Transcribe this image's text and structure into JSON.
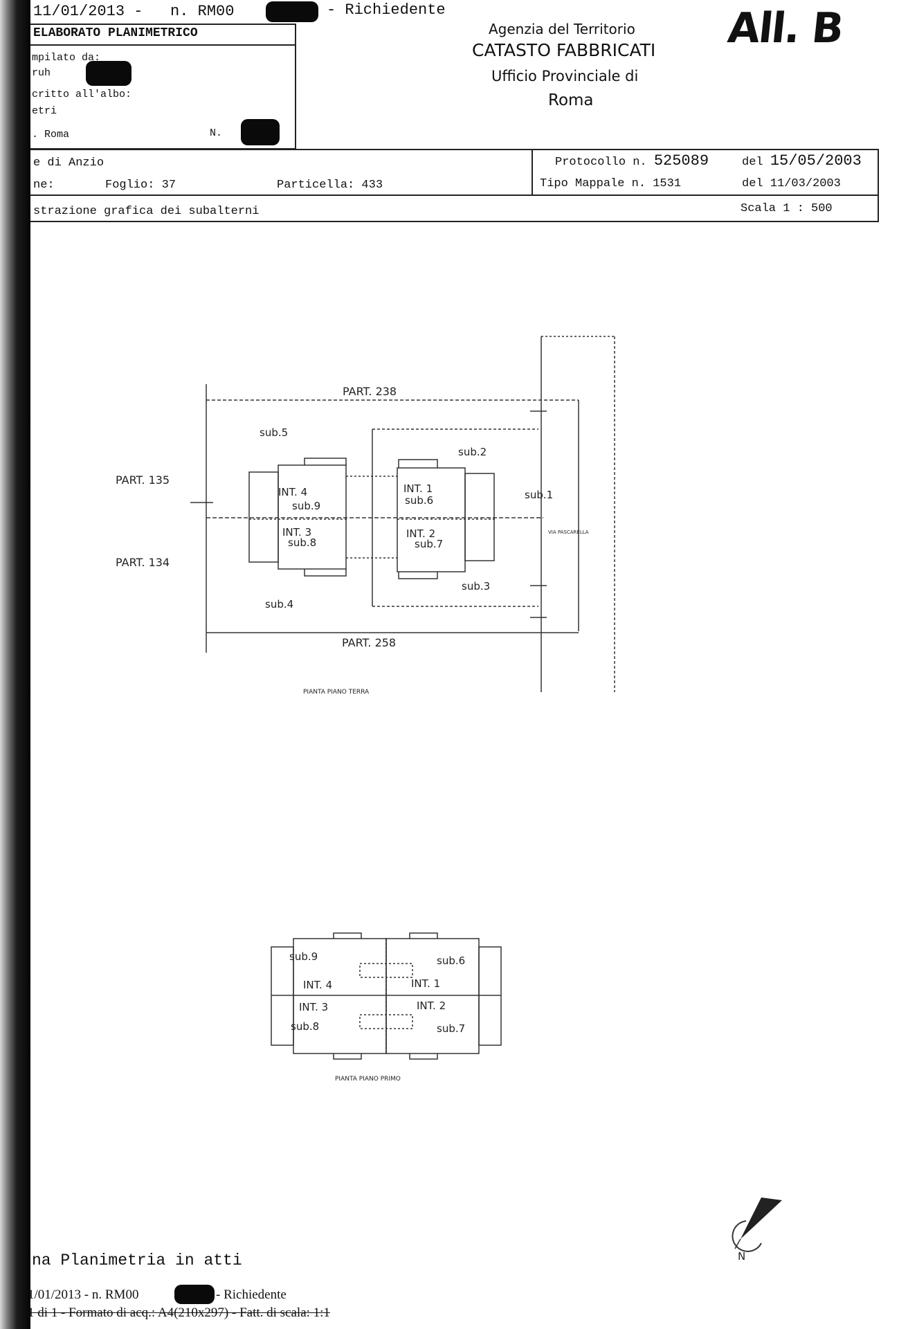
{
  "top_line": {
    "date": "11/01/2013",
    "dash": "-",
    "n_label": "n.",
    "n_value": "RM00",
    "richiedente": "- Richiedente"
  },
  "header_left": {
    "title": "ELABORATO PLANIMETRICO",
    "compilato_label": "mpilato da:",
    "name_prefix": "ruh",
    "iscritto_label": "critto all'albo:",
    "albo_value": "etri",
    "prov_value": ". Roma",
    "n_label": "N."
  },
  "header_agency": {
    "line1": "Agenzia del Territorio",
    "line2": "CATASTO FABBRICATI",
    "line3": "Ufficio Provinciale di",
    "line4": "Roma"
  },
  "annotation": "All. B",
  "info": {
    "comune": "e di Anzio",
    "sezione_label": "ne:",
    "foglio": "Foglio: 37",
    "particella": "Particella: 433",
    "protocollo_label": "Protocollo n.",
    "protocollo_value": "525089",
    "protocollo_del": "del",
    "protocollo_date": "15/05/2003",
    "tipo_mappale": "Tipo Mappale n. 1531",
    "tipo_del": "del 11/03/2003",
    "dimostrazione": "strazione grafica dei subalterni",
    "scala": "Scala 1 : 500"
  },
  "plan_ground": {
    "part_238": "PART. 238",
    "part_135": "PART. 135",
    "part_134": "PART. 134",
    "part_258": "PART. 258",
    "sub5": "sub.5",
    "sub2": "sub.2",
    "sub1": "sub.1",
    "sub3": "sub.3",
    "sub4": "sub.4",
    "int4": "INT. 4",
    "sub9": "sub.9",
    "int3": "INT. 3",
    "sub8": "sub.8",
    "int1": "INT. 1",
    "sub6": "sub.6",
    "int2": "INT. 2",
    "sub7": "sub.7",
    "street": "VIA PASCARELLA",
    "caption": "PIANTA PIANO TERRA"
  },
  "plan_first": {
    "sub9": "sub.9",
    "sub6": "sub.6",
    "int4": "INT. 4",
    "int1": "INT. 1",
    "int3": "INT. 3",
    "int2": "INT. 2",
    "sub8": "sub.8",
    "sub7": "sub.7",
    "caption": "PIANTA PIANO PRIMO"
  },
  "north": "N",
  "footer": {
    "ultima": "na Planimetria in atti",
    "date_line": "1/01/2013 -  n. RM00",
    "richiedente": "- Richiedente",
    "formato": "1 di 1 - Formato di acq.: A4(210x297) - Fatt. di scala: 1:1"
  }
}
